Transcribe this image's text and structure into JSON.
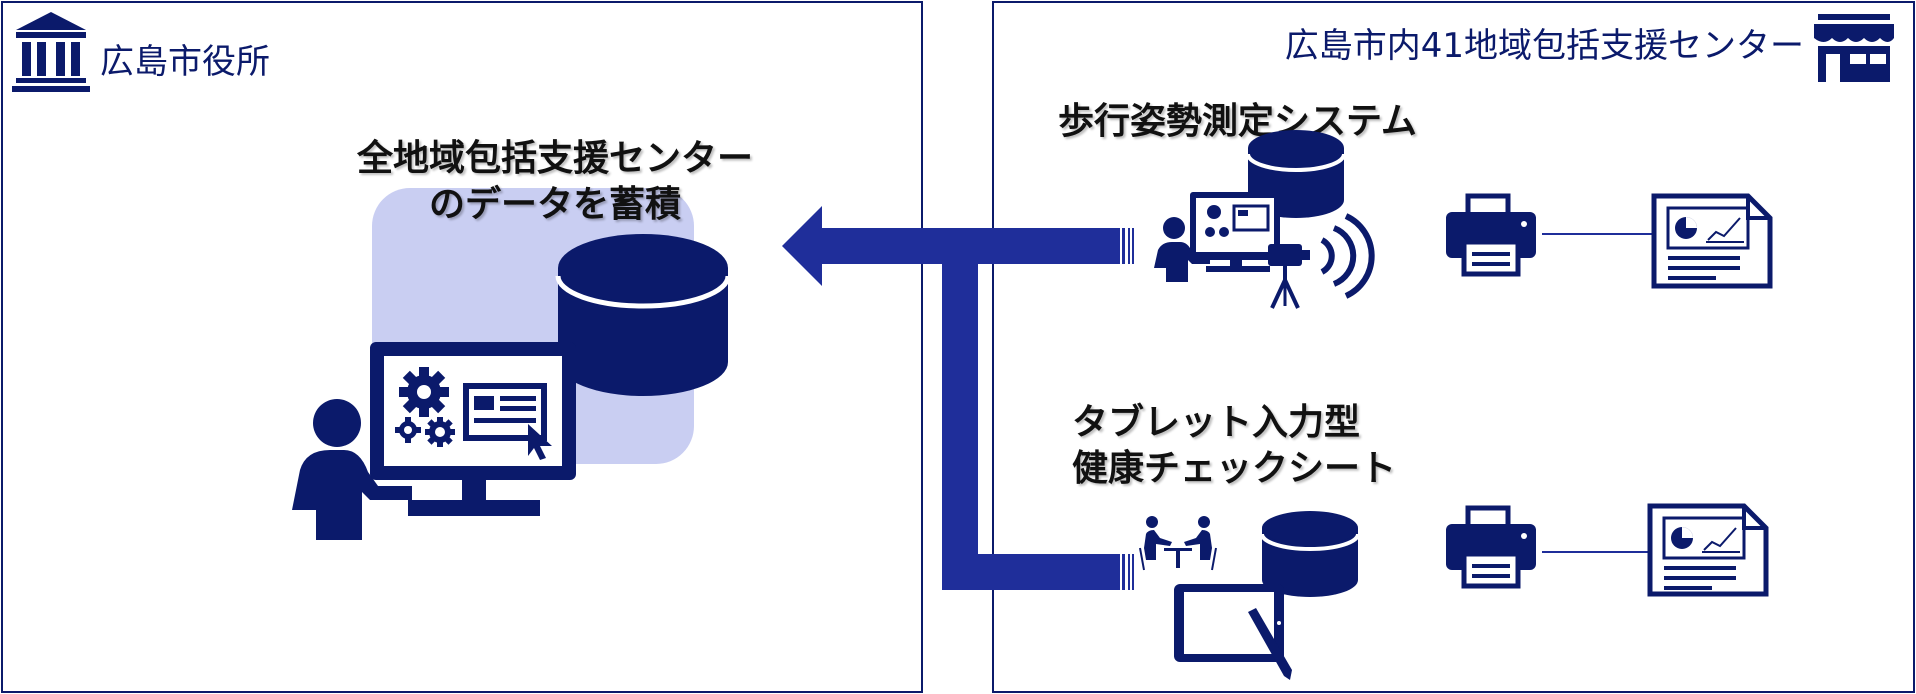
{
  "left_panel": {
    "title": "広島市役所",
    "icon": "city-hall-icon",
    "data_caption_line1": "全地域包括支援センター",
    "data_caption_line2": "のデータを蓄積"
  },
  "right_panel": {
    "title": "広島市内41地域包括支援センター",
    "icon": "store-icon",
    "systems": [
      {
        "label_lines": [
          "歩行姿勢測定システム"
        ],
        "icons": [
          "computer-user-icon",
          "database-icon",
          "camera-tripod-icon",
          "signal-waves-icon",
          "printer-icon",
          "report-chart-icon"
        ]
      },
      {
        "label_lines": [
          "タブレット入力型",
          "健康チェックシート"
        ],
        "icons": [
          "meeting-people-icon",
          "database-icon",
          "tablet-pen-icon",
          "printer-icon",
          "report-chart-icon"
        ]
      }
    ]
  },
  "colors": {
    "navy": "#0b1a6b",
    "connector": "#1f2e9a",
    "highlight": "#c9cef2"
  }
}
